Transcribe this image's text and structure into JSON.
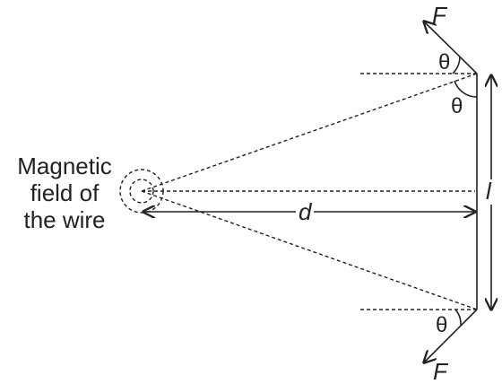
{
  "labels": {
    "field_line1": "Magnetic",
    "field_line2": "field of",
    "field_line3": "the wire",
    "distance": "d",
    "length": "l",
    "force_top": "F",
    "force_bottom": "F",
    "theta_top_outer": "θ",
    "theta_top_inner": "θ",
    "theta_bottom": "θ"
  }
}
